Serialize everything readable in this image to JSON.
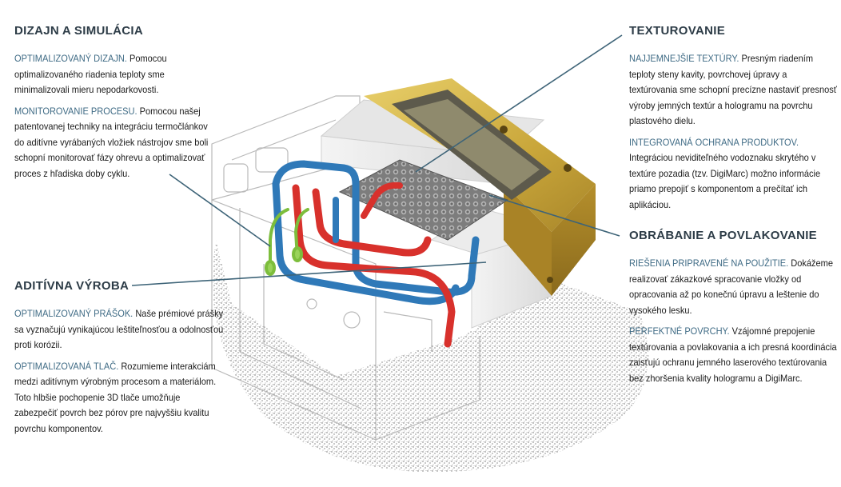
{
  "sections": {
    "design": {
      "title": "DIZAJN A SIMULÁCIA",
      "items": [
        {
          "lead": "OPTIMALIZOVANÝ DIZAJN.",
          "text": " Pomocou optimalizovaného riadenia teploty sme minimalizovali mieru nepodarkovosti."
        },
        {
          "lead": "MONITOROVANIE PROCESU.",
          "text": " Pomocou našej patentovanej techniky na integráciu termočlánkov do aditívne vyrábaných vložiek nástrojov sme boli schopní monitorovať fázy ohrevu a optimalizovať proces z hľadiska doby cyklu."
        }
      ]
    },
    "additive": {
      "title": "ADITÍVNA VÝROBA",
      "items": [
        {
          "lead": "OPTIMALIZOVANÝ PRÁŠOK.",
          "text": " Naše prémiové prášky sa vyznačujú vynikajúcou leštiteľnosťou a odolnosťou proti korózii."
        },
        {
          "lead": "OPTIMALIZOVANÁ TLAČ.",
          "text": " Rozumieme interakciám medzi aditívnym výrobným procesom a materiálom. Toto hlbšie pochopenie 3D tlače umožňuje zabezpečiť povrch bez pórov pre najvyššiu kvalitu povrchu komponentov."
        }
      ]
    },
    "texturing": {
      "title": "TEXTUROVANIE",
      "items": [
        {
          "lead": "NAJJEMNEJŠIE TEXTÚRY.",
          "text": " Presným riadením teploty steny kavity, povrchovej úpravy a textúrovania sme schopní precízne nastaviť presnosť výroby jemných textúr a hologramu na povrchu plastového dielu."
        },
        {
          "lead": "INTEGROVANÁ OCHRANA PRODUKTOV.",
          "text": " Integráciou neviditeľného vodoznaku skrytého v textúre pozadia (tzv. DigiMarc) možno informácie priamo prepojiť s komponentom a prečítať ich aplikáciou."
        }
      ]
    },
    "machining": {
      "title": "OBRÁBANIE A POVLAKOVANIE",
      "items": [
        {
          "lead": "RIEŠENIA PRIPRAVENÉ NA POUŽITIE.",
          "text": " Dokážeme realizovať zákazkové spracovanie vložky od opracovania až po konečnú úpravu a leštenie do vysokého lesku."
        },
        {
          "lead": "PERFEKTNÉ POVRCHY.",
          "text": " Vzájomné prepojenie textúrovania a povlakovania a ich presná koordinácia zaisťujú ochranu jemného laserového textúrovania bez zhoršenia kvality hologramu a DigiMarc."
        }
      ]
    }
  },
  "colors": {
    "heading": "#2d3c47",
    "lead": "#3f6b85",
    "leader_line": "#3e6478",
    "brass": "#c9a63a",
    "cooling_blue": "#2f79b8",
    "cooling_red": "#d8312c",
    "sensor_green": "#7dbe3c"
  }
}
